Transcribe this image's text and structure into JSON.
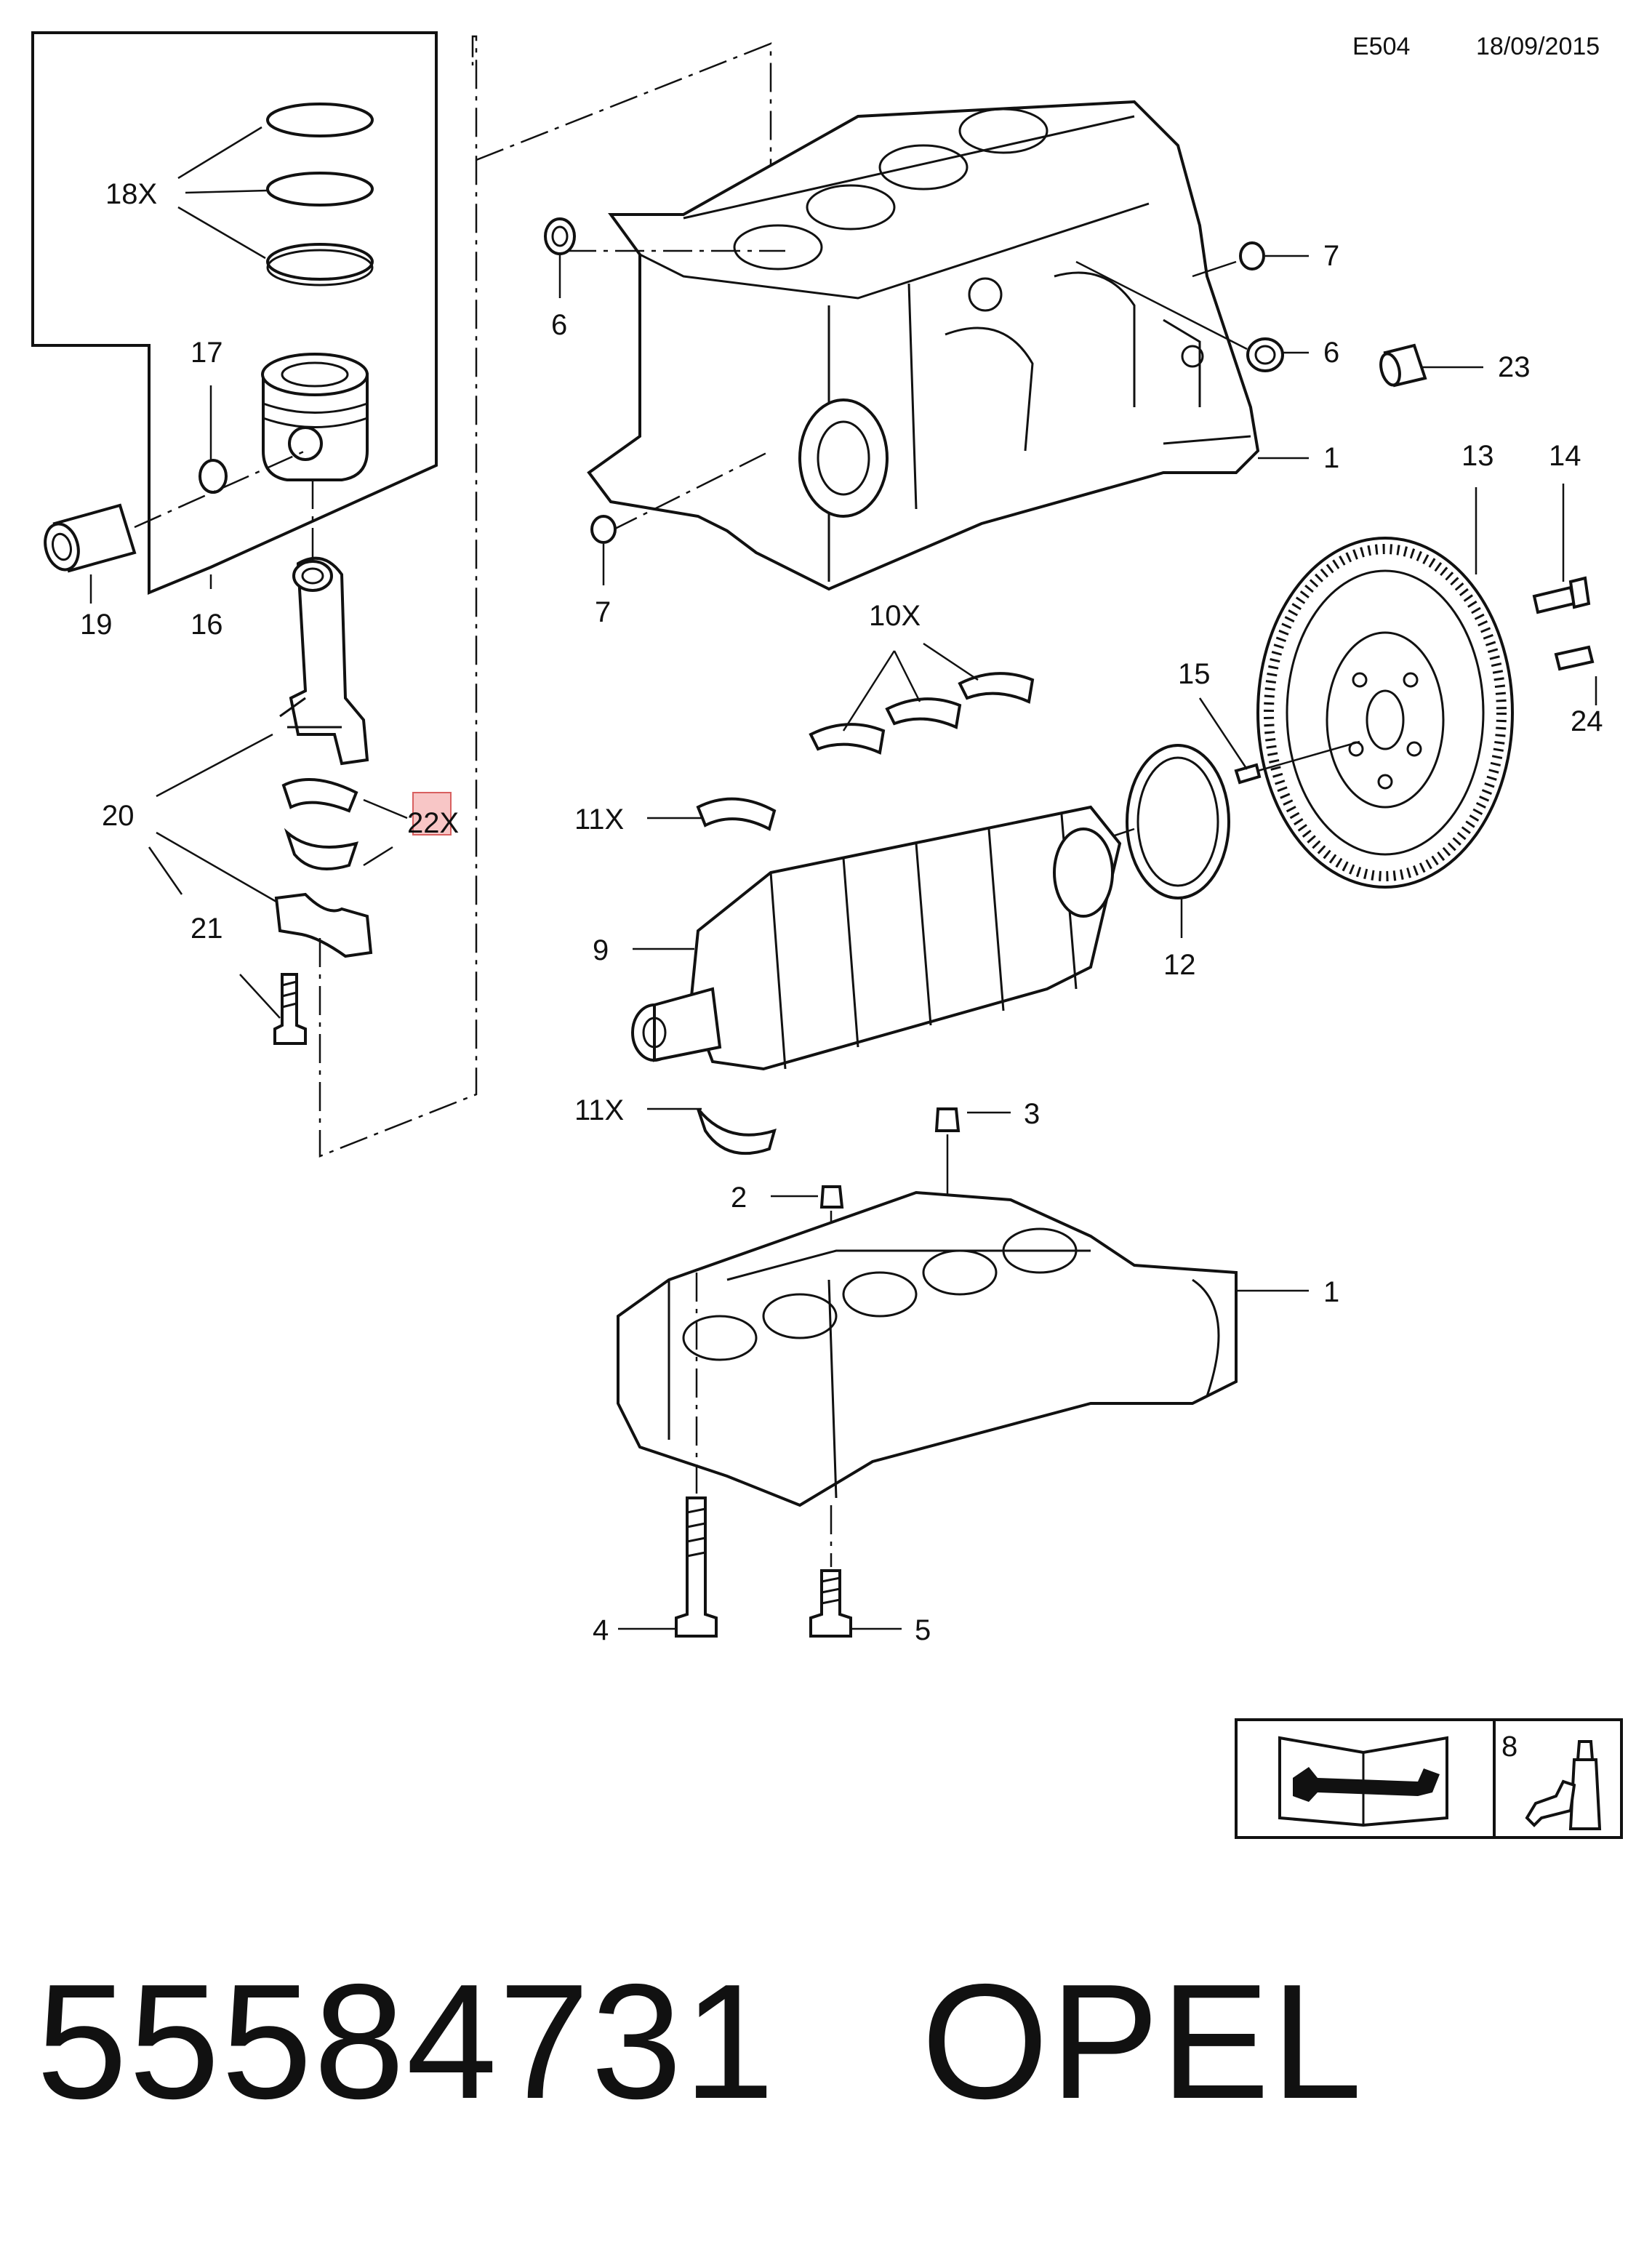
{
  "header": {
    "code": "E504",
    "date": "18/09/2015"
  },
  "callouts": {
    "c18x": "18X",
    "c17": "17",
    "c19": "19",
    "c16": "16",
    "c20": "20",
    "c21": "21",
    "c22x": "22X",
    "c6a": "6",
    "c6b": "6",
    "c7a": "7",
    "c7b": "7",
    "c23": "23",
    "c1a": "1",
    "c1b": "1",
    "c13": "13",
    "c14": "14",
    "c24": "24",
    "c10x": "10X",
    "c15": "15",
    "c11xa": "11X",
    "c11xb": "11X",
    "c9": "9",
    "c12": "12",
    "c3": "3",
    "c2": "2",
    "c4": "4",
    "c5": "5",
    "c8": "8"
  },
  "footer": {
    "part_number": "55584731",
    "brand": "OPEL"
  },
  "icons": {
    "manual": "book-wrench-icon",
    "sealant": "sealant-tube-icon"
  },
  "colors": {
    "ink": "#111111",
    "highlight": "#f4a0a0"
  }
}
